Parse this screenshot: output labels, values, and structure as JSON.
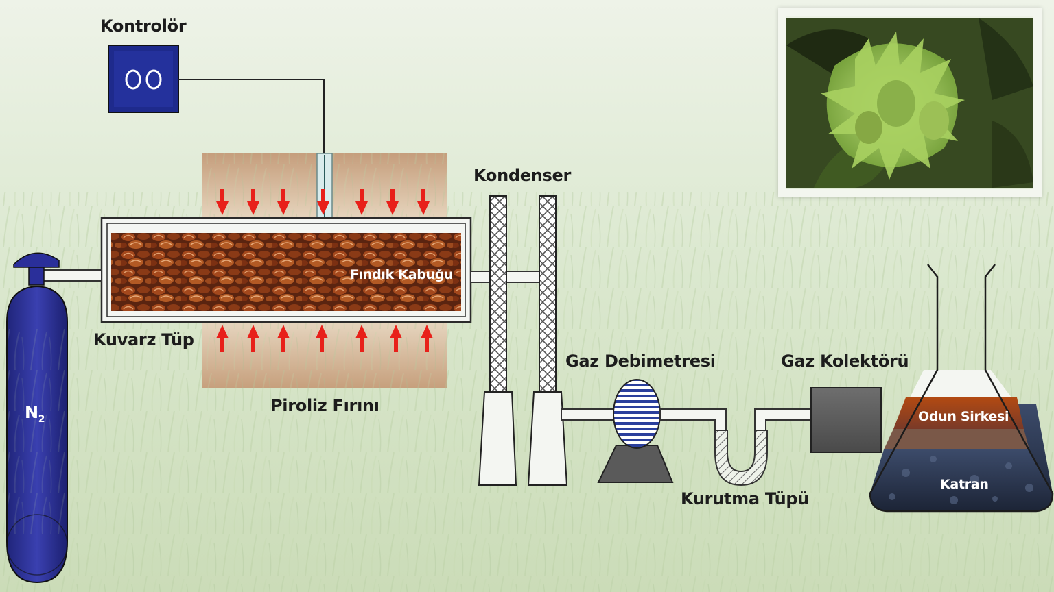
{
  "labels": {
    "controller": "Kontrolör",
    "condenser": "Kondenser",
    "shell": "Fındık Kabuğu",
    "quartz_tube": "Kuvarz Tüp",
    "furnace": "Piroliz Fırını",
    "flowmeter": "Gaz Debimetresi",
    "collector": "Gaz Kolektörü",
    "drying_tube": "Kurutma Tüpü",
    "wood_vinegar": "Odun Sirkesi",
    "tar": "Katran",
    "nitrogen": "N",
    "nitrogen_sub": "2"
  },
  "colors": {
    "cylinder_blue": "#2a2f9a",
    "arrow_red": "#e8201a",
    "controller_blue": "#1e2a8c",
    "grass_green": "#cfe0bd",
    "shell_brown": "#7a3414"
  },
  "icons": {
    "cylinder": "gas-cylinder-icon",
    "controller": "controller-box-icon",
    "flask": "erlenmeyer-flask-icon",
    "photo": "hazelnut-photo"
  }
}
